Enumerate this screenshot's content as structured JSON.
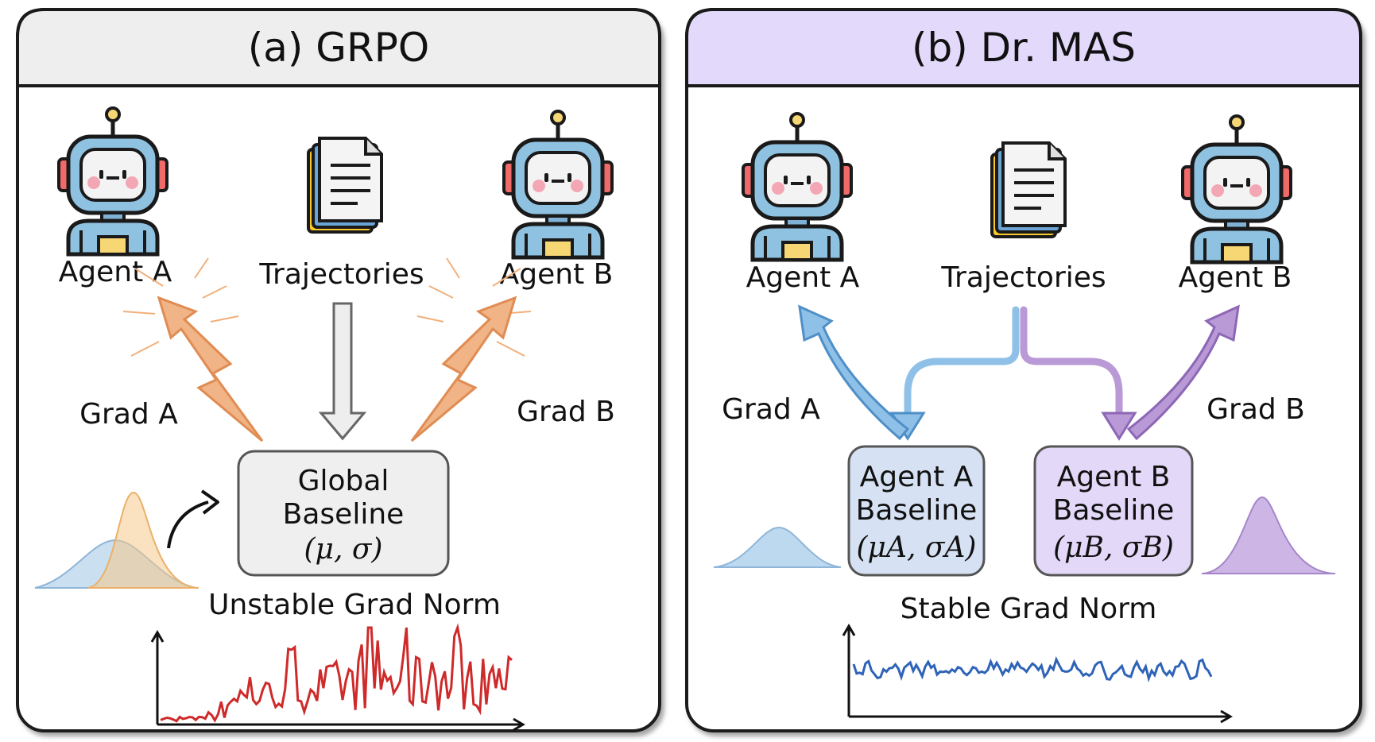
{
  "panels": [
    {
      "title": "(a) GRPO",
      "agent_a": "Agent A",
      "trajectories": "Trajectories",
      "agent_b": "Agent B",
      "grad_a": "Grad A",
      "grad_b": "Grad B",
      "baseline_line1": "Global",
      "baseline_line2": "Baseline",
      "baseline_line3": "(μ, σ)",
      "norm_label": "Unstable Grad Norm"
    },
    {
      "title": "(b) Dr. MAS",
      "agent_a": "Agent A",
      "trajectories": "Trajectories",
      "agent_b": "Agent B",
      "grad_a": "Grad A",
      "grad_b": "Grad B",
      "baseline_a_line1": "Agent A",
      "baseline_a_line2": "Baseline",
      "baseline_a_line3": "(μA, σA)",
      "baseline_b_line1": "Agent B",
      "baseline_b_line2": "Baseline",
      "baseline_b_line3": "(μB, σB)",
      "norm_label": "Stable Grad Norm"
    }
  ],
  "colors": {
    "header_left": "#eeeeee",
    "header_right": "#e2d9fb",
    "orange_arrow": "#f0b487",
    "blue": "#8fc1e8",
    "purple": "#b99ad6",
    "red_trace": "#cf2a2a",
    "blue_trace": "#2e63b8",
    "box_left": "#efefef",
    "box_blue": "#d6e2f3",
    "box_purple": "#e3d8f7"
  },
  "icons": [
    "robot-icon",
    "document-stack-icon"
  ]
}
